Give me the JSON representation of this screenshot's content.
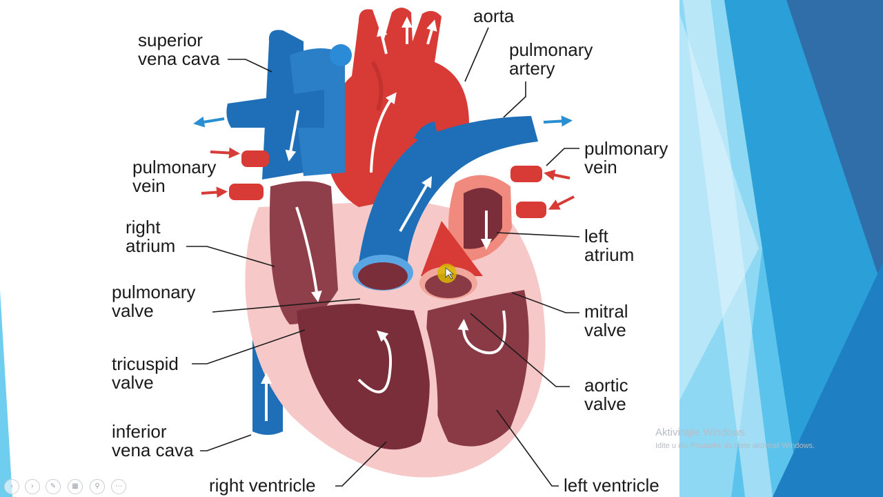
{
  "labels": {
    "aorta": [
      "aorta"
    ],
    "superior_vena_cava": [
      "superior",
      "vena cava"
    ],
    "pulmonary_artery": [
      "pulmonary",
      "artery"
    ],
    "pulmonary_vein_left": [
      "pulmonary",
      "vein"
    ],
    "pulmonary_vein_right": [
      "pulmonary",
      "vein"
    ],
    "right_atrium": [
      "right",
      "atrium"
    ],
    "left_atrium": [
      "left",
      "atrium"
    ],
    "pulmonary_valve": [
      "pulmonary",
      "valve"
    ],
    "mitral_valve": [
      "mitral",
      "valve"
    ],
    "tricuspid_valve": [
      "tricuspid",
      "valve"
    ],
    "aortic_valve": [
      "aortic",
      "valve"
    ],
    "inferior_vena_cava": [
      "inferior",
      "vena cava"
    ],
    "right_ventricle": [
      "right ventricle"
    ],
    "left_ventricle": [
      "left ventricle"
    ]
  },
  "watermark": {
    "line1": "Aktivirajte Windows",
    "line2": "Idite u dio Postavke da biste aktivirali Windows."
  },
  "controls": [
    "prev-icon",
    "next-icon",
    "pen-icon",
    "slides-icon",
    "zoom-icon",
    "more-icon"
  ],
  "colors": {
    "vein_blue": "#1f6fb8",
    "artery_red": "#d83a36",
    "muscle": "#9a4a55",
    "tissue": "#f6c9c8",
    "slide_accent": "#29a3dc"
  }
}
